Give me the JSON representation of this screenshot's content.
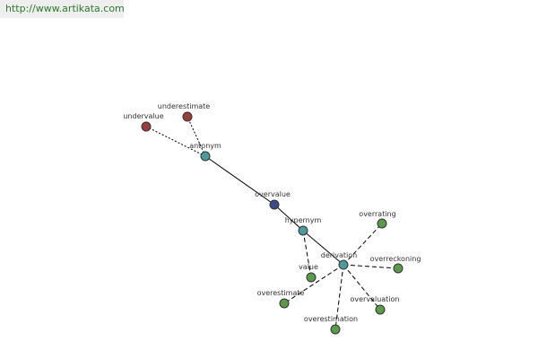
{
  "watermark": "http://www.artikata.com",
  "colors": {
    "center": "#3d4a8a",
    "relation": "#4d9a9a",
    "antonym_term": "#9a3d3d",
    "related_term": "#5a9a4a",
    "edge": "#000000"
  },
  "nodes": [
    {
      "id": "overvalue",
      "label": "overvalue",
      "kind": "center"
    },
    {
      "id": "antonym",
      "label": "antonym",
      "kind": "relation"
    },
    {
      "id": "hypernym",
      "label": "hypernym",
      "kind": "relation"
    },
    {
      "id": "derivation",
      "label": "derivation",
      "kind": "relation"
    },
    {
      "id": "undervalue",
      "label": "undervalue",
      "kind": "antonym_term"
    },
    {
      "id": "underestimate",
      "label": "underestimate",
      "kind": "antonym_term"
    },
    {
      "id": "value",
      "label": "value",
      "kind": "related_term"
    },
    {
      "id": "overestimate",
      "label": "overestimate",
      "kind": "related_term"
    },
    {
      "id": "overrating",
      "label": "overrating",
      "kind": "related_term"
    },
    {
      "id": "overreckoning",
      "label": "overreckoning",
      "kind": "related_term"
    },
    {
      "id": "overvaluation",
      "label": "overvaluation",
      "kind": "related_term"
    },
    {
      "id": "overestimation",
      "label": "overestimation",
      "kind": "related_term"
    }
  ],
  "edges": [
    {
      "from": "overvalue",
      "to": "antonym",
      "style": "solid"
    },
    {
      "from": "overvalue",
      "to": "hypernym",
      "style": "solid"
    },
    {
      "from": "hypernym",
      "to": "derivation",
      "style": "solid"
    },
    {
      "from": "antonym",
      "to": "undervalue",
      "style": "dotted"
    },
    {
      "from": "antonym",
      "to": "underestimate",
      "style": "dotted"
    },
    {
      "from": "hypernym",
      "to": "value",
      "style": "dashed"
    },
    {
      "from": "derivation",
      "to": "overestimate",
      "style": "dashed"
    },
    {
      "from": "derivation",
      "to": "overrating",
      "style": "dashed"
    },
    {
      "from": "derivation",
      "to": "overreckoning",
      "style": "dashed"
    },
    {
      "from": "derivation",
      "to": "overvaluation",
      "style": "dashed"
    },
    {
      "from": "derivation",
      "to": "overestimation",
      "style": "dashed"
    }
  ]
}
